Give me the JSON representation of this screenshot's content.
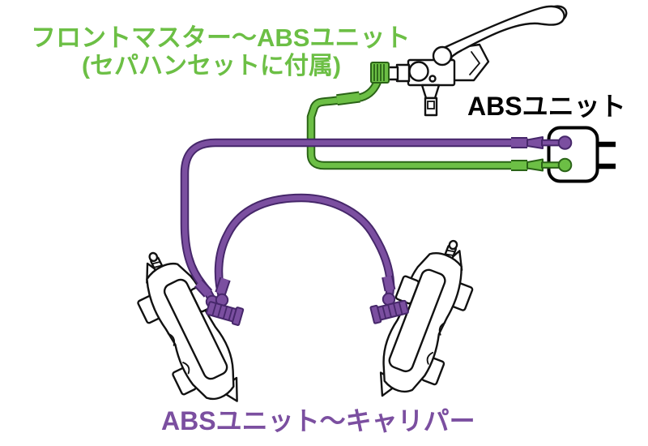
{
  "labels": {
    "heading_line1": "フロントマスター〜ABSユニット",
    "heading_line2": "(セパハンセットに付属)",
    "abs_unit": "ABSユニット",
    "bottom": "ABSユニット〜キャリパー"
  },
  "colors": {
    "hose_green": "#6cbf45",
    "hose_green_dark": "#2a6317",
    "hose_purple": "#7b4fa0",
    "hose_purple_dark": "#46276a",
    "label_green": "#6cbf45",
    "label_purple": "#7b4fa0",
    "label_black": "#000000",
    "line_art": "#111111"
  }
}
